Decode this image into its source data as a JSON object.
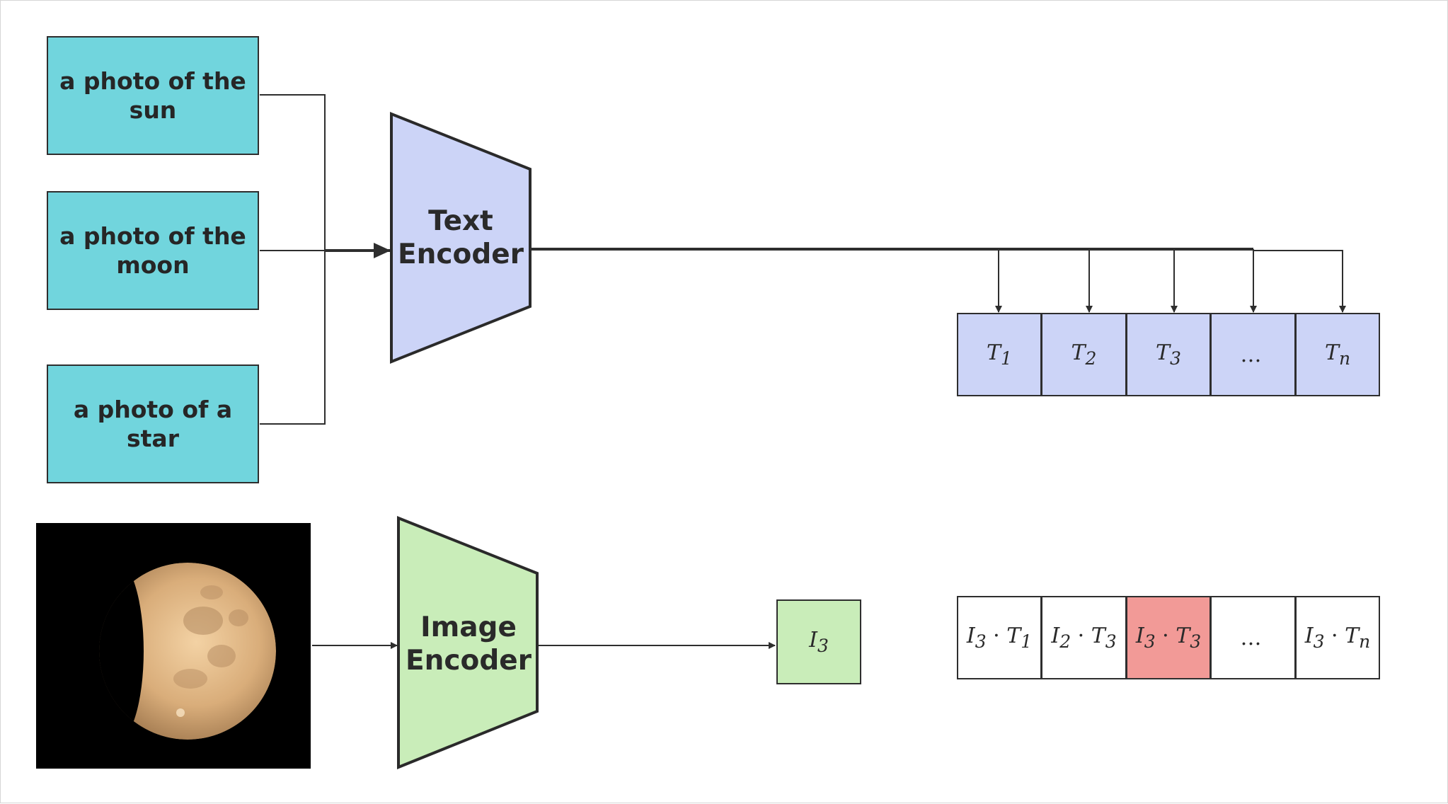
{
  "prompts": [
    {
      "text": "a photo of the sun"
    },
    {
      "text": "a photo of the moon"
    },
    {
      "text": "a photo of a star"
    }
  ],
  "text_encoder": {
    "line1": "Text",
    "line2": "Encoder",
    "fill": "#ccd4f7"
  },
  "image_encoder": {
    "line1": "Image",
    "line2": "Encoder",
    "fill": "#c9edb9"
  },
  "text_embeddings": [
    {
      "main": "T",
      "sub": "1"
    },
    {
      "main": "T",
      "sub": "2"
    },
    {
      "main": "T",
      "sub": "3"
    },
    {
      "dots": "…"
    },
    {
      "main": "T",
      "sub": "n"
    }
  ],
  "image_embedding": {
    "main": "I",
    "sub": "3"
  },
  "similarity_scores": [
    {
      "a_main": "I",
      "a_sub": "3",
      "b_main": "T",
      "b_sub": "1",
      "highlight": false
    },
    {
      "a_main": "I",
      "a_sub": "2",
      "b_main": "T",
      "b_sub": "3",
      "highlight": false
    },
    {
      "a_main": "I",
      "a_sub": "3",
      "b_main": "T",
      "b_sub": "3",
      "highlight": true
    },
    {
      "dots": "…",
      "highlight": false
    },
    {
      "a_main": "I",
      "a_sub": "3",
      "b_main": "T",
      "b_sub": "n",
      "highlight": false
    }
  ],
  "colors": {
    "prompt_fill": "#71d5dd",
    "text_embedding_fill": "#ccd4f7",
    "image_embedding_fill": "#c9edb9",
    "score_fill": "#ffffff",
    "score_highlight": "#f29a97",
    "stroke": "#2e2e2e"
  },
  "icons": {
    "photo": "moon-photo"
  }
}
